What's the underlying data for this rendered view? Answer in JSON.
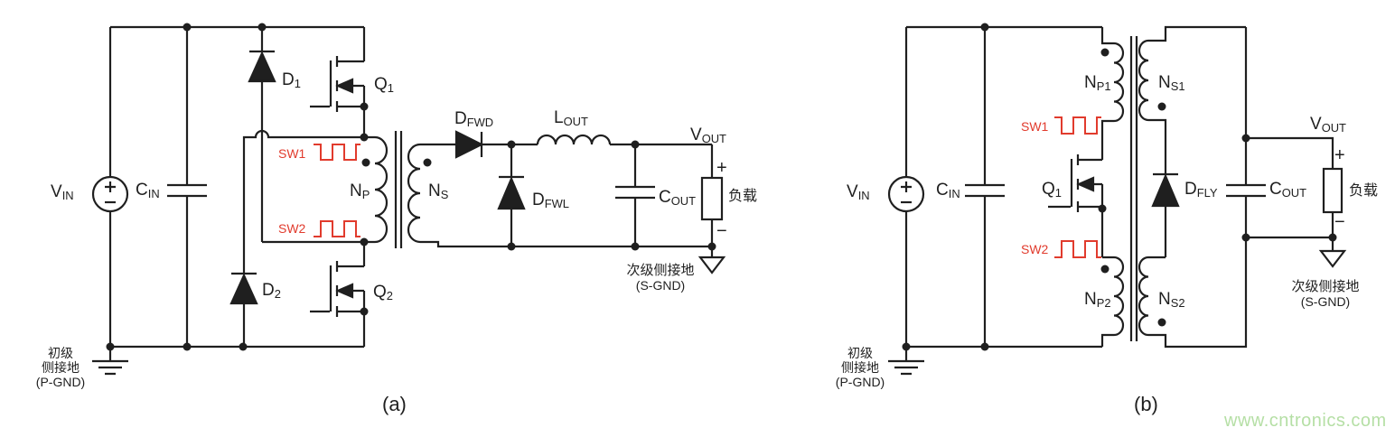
{
  "page": {
    "background": "#ffffff",
    "wire_color": "#1f1f1f",
    "accent_red": "#e13b2d",
    "watermark_color": "#b5dfa5",
    "watermark_text": "www.cntronics.com"
  },
  "circuit_a": {
    "caption": "(a)",
    "vin": {
      "main": "V",
      "sub": "IN"
    },
    "cin": {
      "main": "C",
      "sub": "IN"
    },
    "d1": {
      "main": "D",
      "sub": "1"
    },
    "d2": {
      "main": "D",
      "sub": "2"
    },
    "q1": {
      "main": "Q",
      "sub": "1"
    },
    "q2": {
      "main": "Q",
      "sub": "2"
    },
    "sw1": "SW1",
    "sw2": "SW2",
    "np": {
      "main": "N",
      "sub": "P"
    },
    "ns": {
      "main": "N",
      "sub": "S"
    },
    "dfwd": {
      "main": "D",
      "sub": "FWD"
    },
    "dfwl": {
      "main": "D",
      "sub": "FWL"
    },
    "lout": {
      "main": "L",
      "sub": "OUT"
    },
    "cout": {
      "main": "C",
      "sub": "OUT"
    },
    "vout": {
      "main": "V",
      "sub": "OUT"
    },
    "plus": "+",
    "minus": "−",
    "load": "负载",
    "sgnd": {
      "line1": "次级侧接地",
      "line2": "(S-GND)"
    },
    "pgnd": {
      "line1": "初级",
      "line2": "侧接地",
      "line3": "(P-GND)"
    }
  },
  "circuit_b": {
    "caption": "(b)",
    "vin": {
      "main": "V",
      "sub": "IN"
    },
    "cin": {
      "main": "C",
      "sub": "IN"
    },
    "q1": {
      "main": "Q",
      "sub": "1"
    },
    "sw1": "SW1",
    "sw2": "SW2",
    "np1": {
      "main": "N",
      "sub": "P1"
    },
    "np2": {
      "main": "N",
      "sub": "P2"
    },
    "ns1": {
      "main": "N",
      "sub": "S1"
    },
    "ns2": {
      "main": "N",
      "sub": "S2"
    },
    "dfly": {
      "main": "D",
      "sub": "FLY"
    },
    "cout": {
      "main": "C",
      "sub": "OUT"
    },
    "vout": {
      "main": "V",
      "sub": "OUT"
    },
    "plus": "+",
    "minus": "−",
    "load": "负载",
    "sgnd": {
      "line1": "次级侧接地",
      "line2": "(S-GND)"
    },
    "pgnd": {
      "line1": "初级",
      "line2": "侧接地",
      "line3": "(P-GND)"
    }
  }
}
